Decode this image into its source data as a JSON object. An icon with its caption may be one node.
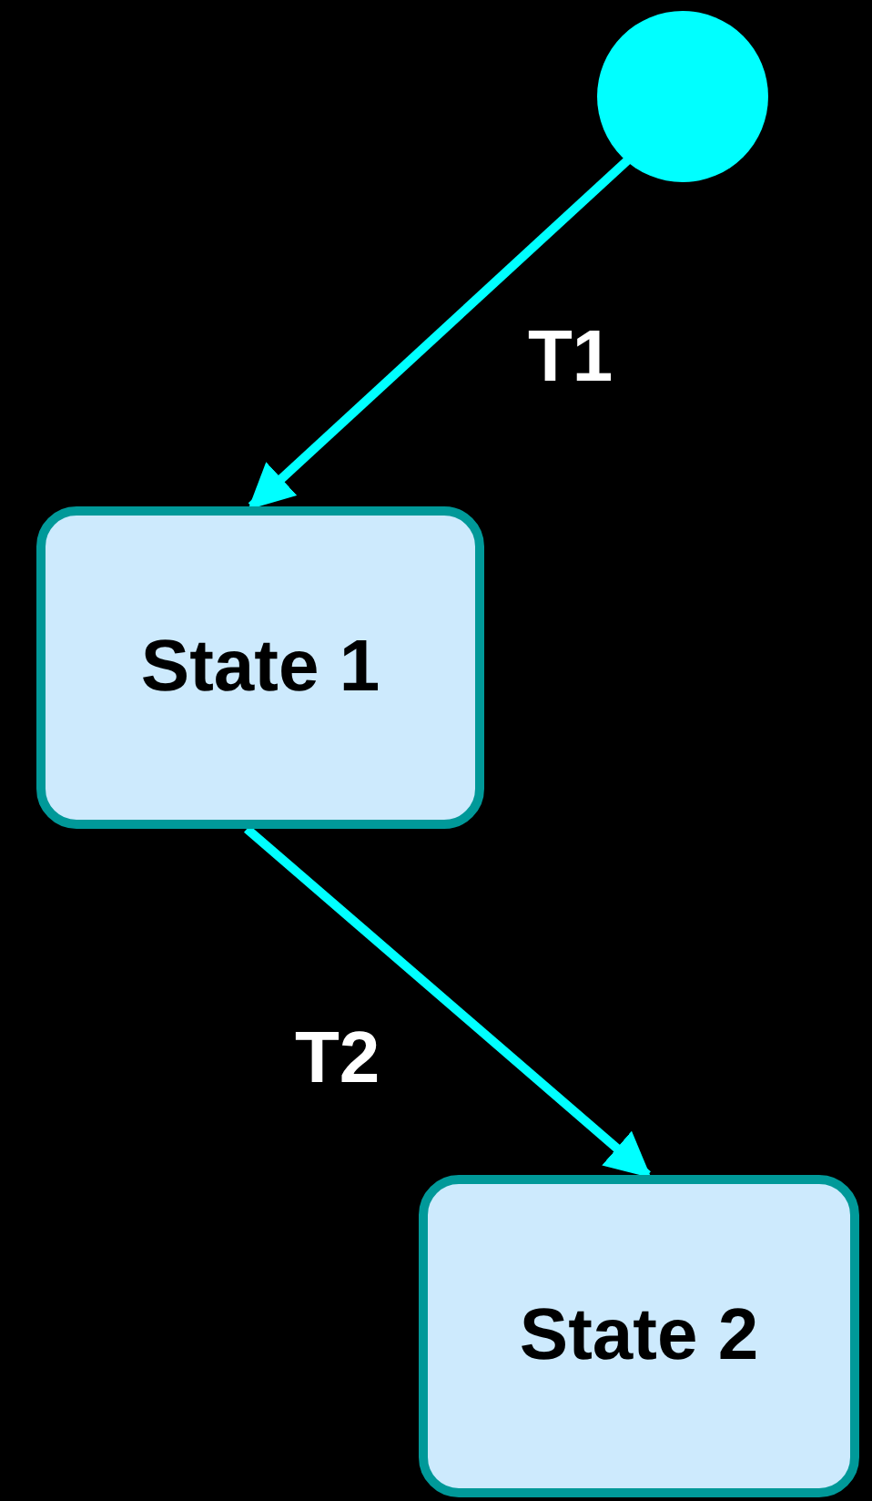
{
  "diagram": {
    "nodes": [
      {
        "text": [],
        "shape": "circle"
      },
      {
        "text": [
          "State 1"
        ]
      },
      {
        "text": [
          "State 2"
        ]
      }
    ],
    "edges": [
      {
        "from": 0,
        "to": 1,
        "arrow": "to",
        "label": "T1"
      },
      {
        "from": 1,
        "to": 2,
        "arrow": "to",
        "label": "T2"
      }
    ]
  }
}
